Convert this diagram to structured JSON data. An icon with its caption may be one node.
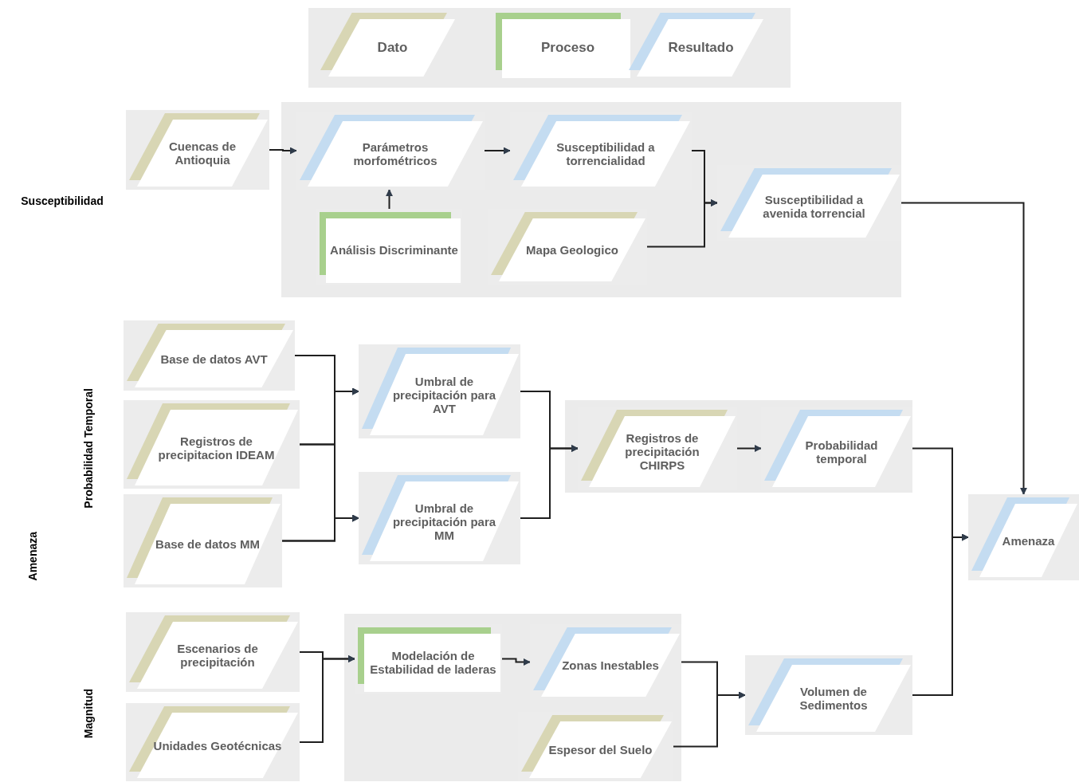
{
  "diagram": {
    "nodes": [
      {
        "text": [
          "Cuencas de Antioquia"
        ]
      },
      {
        "text": [],
        "shape": "box"
      },
      {
        "text": [
          "Parámetros morfométricos"
        ],
        "in": 1
      },
      {
        "text": [
          "Susceptibilidad a torrencialidad"
        ],
        "in": 1
      },
      {
        "text": [
          "Análisis Discriminante"
        ],
        "in": 1
      },
      {
        "text": [
          "Mapa Geologico"
        ],
        "in": 1
      },
      {
        "text": [
          "Susceptibilidad a avenida torrencial"
        ],
        "in": 1
      },
      {
        "text": [
          "Base de datos AVT"
        ]
      },
      {
        "text": [
          "Registros de precipitacion IDEAM"
        ]
      },
      {
        "text": [
          "Base de datos MM"
        ]
      },
      {
        "text": [
          "Umbral de precipitación para AVT"
        ]
      },
      {
        "text": [
          "Umbral de precipitación para MM"
        ]
      },
      {
        "text": [],
        "shape": "box"
      },
      {
        "text": [
          "Registros de precipitación CHIRPS"
        ],
        "in": 12
      },
      {
        "text": [
          "Probabilidad temporal"
        ],
        "in": 12
      },
      {
        "text": [
          "Amenaza"
        ]
      },
      {
        "text": [
          "Escenarios de precipitación"
        ]
      },
      {
        "text": [
          "Unidades Geotécnicas"
        ]
      },
      {
        "text": [],
        "shape": "box"
      },
      {
        "text": [
          "Modelación de Estabilidad de laderas"
        ],
        "in": 18
      },
      {
        "text": [
          "Zonas Inestables"
        ],
        "in": 18
      },
      {
        "text": [
          "Espesor del Suelo"
        ],
        "in": 18
      },
      {
        "text": [
          "Volumen de Sedimentos"
        ]
      }
    ],
    "edges": [
      {
        "from": 0,
        "to": 2,
        "arrow": "to"
      },
      {
        "from": 4,
        "to": 2,
        "arrow": "to"
      },
      {
        "from": 2,
        "to": 3,
        "arrow": "to"
      },
      {
        "from": 3,
        "to": 6,
        "arrow": "to"
      },
      {
        "from": 5,
        "to": 6,
        "arrow": "to"
      },
      {
        "from": 6,
        "to": 15,
        "arrow": "to"
      },
      {
        "from": 7,
        "to": 10,
        "arrow": "to"
      },
      {
        "from": 8,
        "to": 10,
        "arrow": "to"
      },
      {
        "from": 9,
        "to": 10,
        "arrow": "to"
      },
      {
        "from": 7,
        "to": 11,
        "arrow": "to"
      },
      {
        "from": 8,
        "to": 11,
        "arrow": "to"
      },
      {
        "from": 9,
        "to": 11,
        "arrow": "to"
      },
      {
        "from": 10,
        "to": 13,
        "arrow": "to"
      },
      {
        "from": 11,
        "to": 13,
        "arrow": "to"
      },
      {
        "from": 13,
        "to": 14,
        "arrow": "to"
      },
      {
        "from": 14,
        "to": 15,
        "arrow": "to"
      },
      {
        "from": 16,
        "to": 19,
        "arrow": "to"
      },
      {
        "from": 17,
        "to": 19,
        "arrow": "to"
      },
      {
        "from": 19,
        "to": 20,
        "arrow": "to"
      },
      {
        "from": 20,
        "to": 22,
        "arrow": "to"
      },
      {
        "from": 21,
        "to": 22,
        "arrow": "to"
      },
      {
        "from": 22,
        "to": 15,
        "arrow": "to"
      }
    ],
    "labels": [
      "Susceptibilidad",
      "Probabilidad Temporal",
      "Amenaza",
      "Magnitud"
    ],
    "legend": [
      {
        "text": "Dato"
      },
      {
        "text": "Proceso"
      },
      {
        "text": "Resultado"
      }
    ]
  }
}
